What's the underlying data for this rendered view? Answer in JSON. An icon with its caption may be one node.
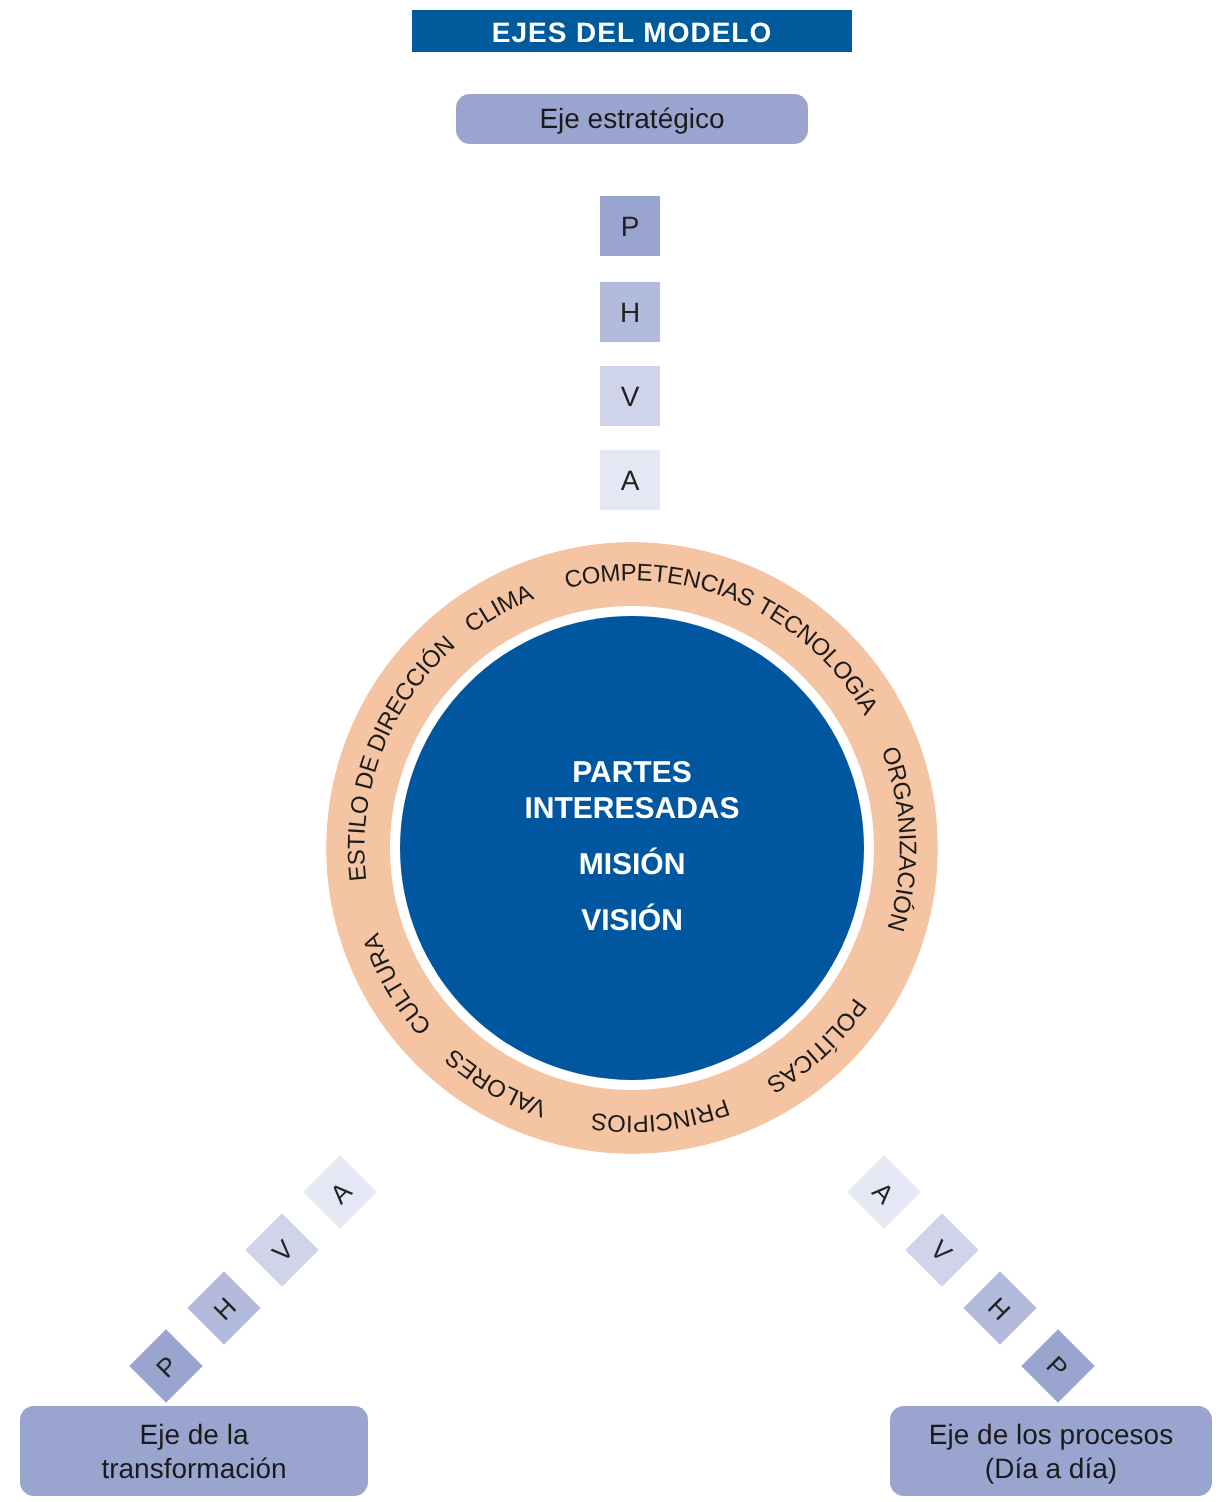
{
  "diagram": {
    "title": "EJES DEL MODELO",
    "nodes": [
      {
        "text": [
          "Eje estratégico"
        ]
      },
      {
        "text": [
          "P"
        ]
      },
      {
        "text": [
          "H"
        ]
      },
      {
        "text": [
          "V"
        ]
      },
      {
        "text": [
          "A"
        ]
      },
      {
        "text": [
          "CULTURA",
          "ESTILO DE DIRECCIÓN",
          "CLIMA",
          "COMPETENCIAS",
          "TECNOLOGÍA",
          "ORGANIZACIÓN",
          "POLÍTICAS",
          "PRINCIPIOS",
          "VALORES"
        ]
      },
      {
        "text": [
          "PARTES INTERESADAS",
          "MISIÓN",
          "VISIÓN"
        ],
        "in": 5
      },
      {
        "text": [
          "A"
        ]
      },
      {
        "text": [
          "V"
        ]
      },
      {
        "text": [
          "H"
        ]
      },
      {
        "text": [
          "P"
        ]
      },
      {
        "text": [
          "A"
        ]
      },
      {
        "text": [
          "V"
        ]
      },
      {
        "text": [
          "H"
        ]
      },
      {
        "text": [
          "P"
        ]
      },
      {
        "text": [
          "Eje de la transformación"
        ]
      },
      {
        "text": [
          "Eje de los procesos (Día a día)"
        ]
      }
    ]
  }
}
